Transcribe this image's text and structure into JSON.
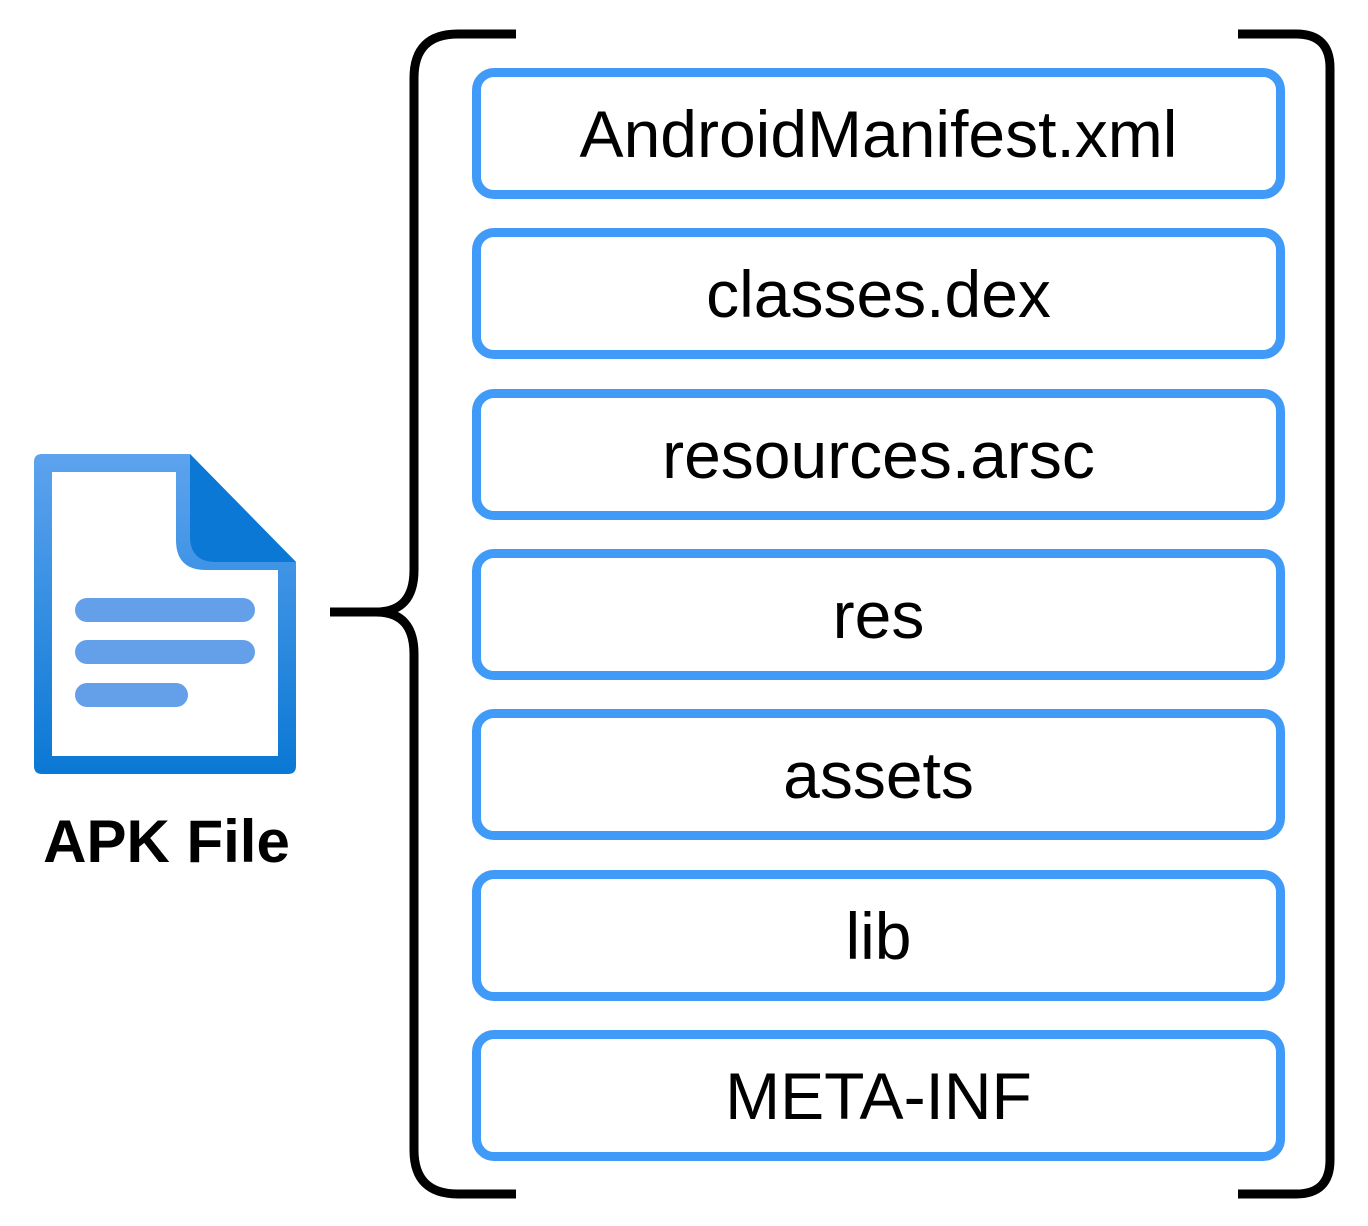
{
  "file": {
    "label": "APK File",
    "icon": "document-icon",
    "color_top": "#5ea3ee",
    "color_bottom": "#0a78d4",
    "line_color": "#64a0ea"
  },
  "contents": {
    "border_color": "#3f9bf7",
    "items": [
      "AndroidManifest.xml",
      "classes.dex",
      "resources.arsc",
      "res",
      "assets",
      "lib",
      "META-INF"
    ]
  }
}
